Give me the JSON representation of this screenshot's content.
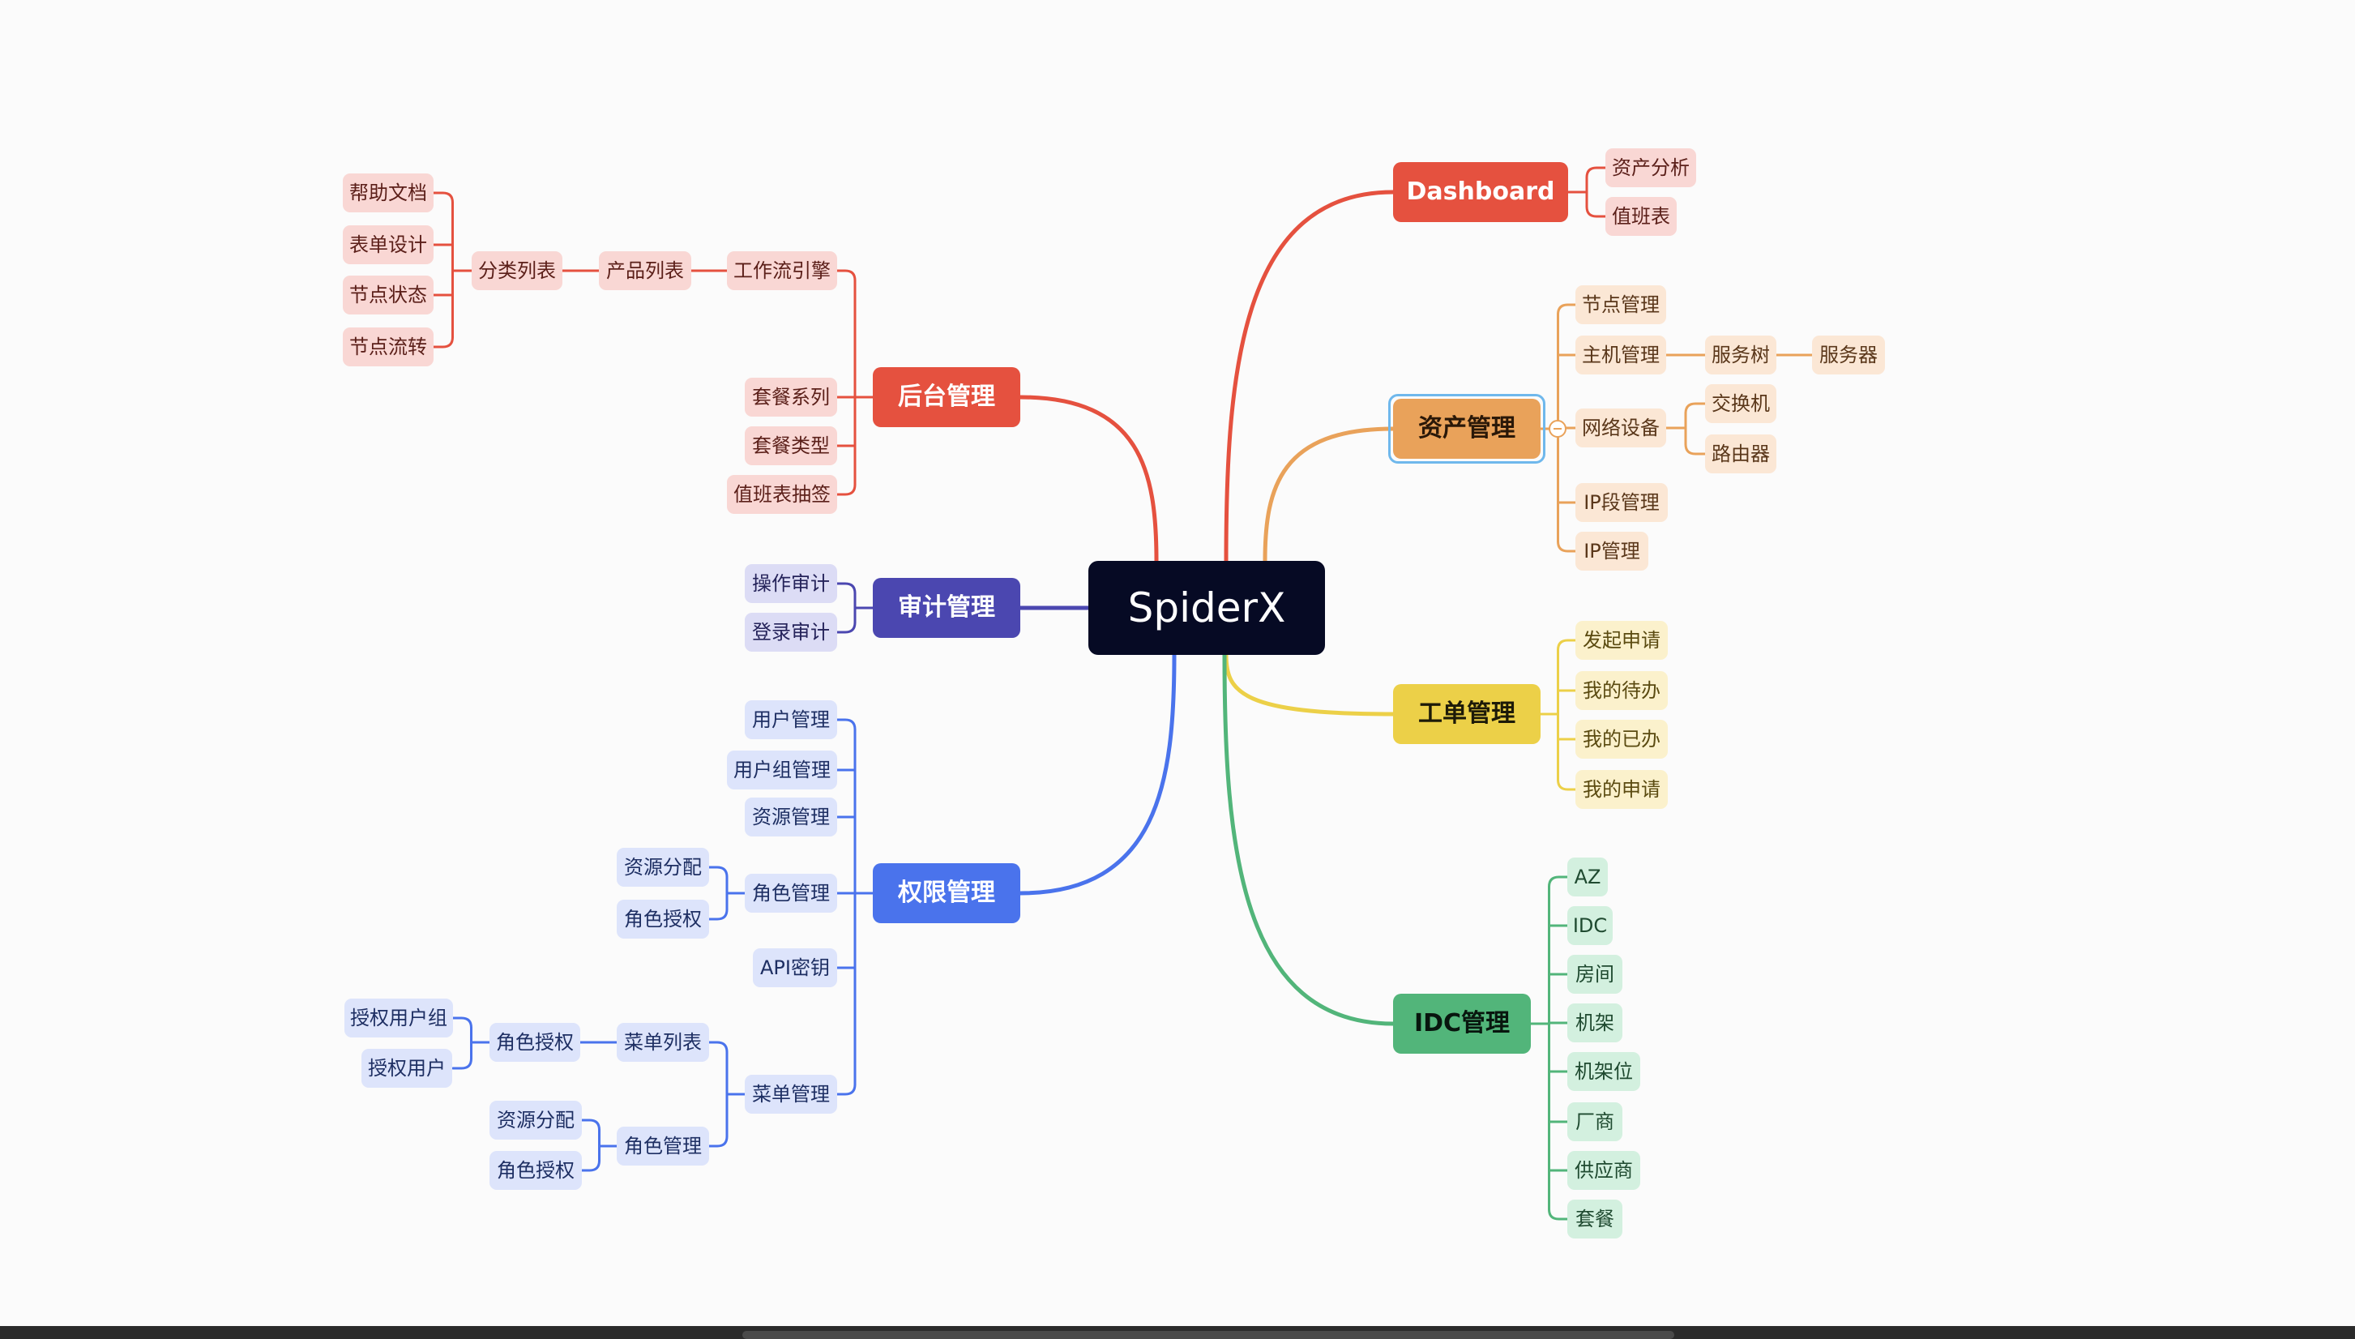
{
  "colors": {
    "root_bg": "#060a24",
    "red": "#e5513f",
    "red_light": "#f9d7d4",
    "red_text": "#5b1f19",
    "orange": "#e9a25a",
    "orange_light": "#fbe7d5",
    "orange_text": "#5a371a",
    "yellow": "#ecd048",
    "yellow_light": "#fbf1cc",
    "yellow_text": "#5a4a10",
    "green": "#52b57a",
    "green_light": "#d3f0df",
    "green_text": "#1f4a30",
    "purple": "#4b47b0",
    "purple_light": "#dcdcf5",
    "purple_text": "#25235a",
    "blue": "#4a73ec",
    "blue_light": "#dde4fb",
    "blue_text": "#1e2f63",
    "selection": "#6fb8ec"
  },
  "mindmap": {
    "root": "SpiderX",
    "nodes": [
      {
        "id": "dashboard",
        "label": "Dashboard",
        "parent": "root",
        "level": 1,
        "color": "red"
      },
      {
        "id": "d_analysis",
        "label": "资产分析",
        "parent": "dashboard",
        "level": 2,
        "color": "red"
      },
      {
        "id": "d_duty",
        "label": "值班表",
        "parent": "dashboard",
        "level": 2,
        "color": "red"
      },
      {
        "id": "asset",
        "label": "资产管理",
        "parent": "root",
        "level": 1,
        "color": "orange",
        "selected": true,
        "collapsed_toggle": true
      },
      {
        "id": "a_node",
        "label": "节点管理",
        "parent": "asset",
        "level": 2,
        "color": "orange"
      },
      {
        "id": "a_host",
        "label": "主机管理",
        "parent": "asset",
        "level": 2,
        "color": "orange"
      },
      {
        "id": "a_tree",
        "label": "服务树",
        "parent": "a_host",
        "level": 3,
        "color": "orange"
      },
      {
        "id": "a_server",
        "label": "服务器",
        "parent": "a_tree",
        "level": 4,
        "color": "orange"
      },
      {
        "id": "a_net",
        "label": "网络设备",
        "parent": "asset",
        "level": 2,
        "color": "orange"
      },
      {
        "id": "a_switch",
        "label": "交换机",
        "parent": "a_net",
        "level": 3,
        "color": "orange"
      },
      {
        "id": "a_router",
        "label": "路由器",
        "parent": "a_net",
        "level": 3,
        "color": "orange"
      },
      {
        "id": "a_ipseg",
        "label": "IP段管理",
        "parent": "asset",
        "level": 2,
        "color": "orange"
      },
      {
        "id": "a_ip",
        "label": "IP管理",
        "parent": "asset",
        "level": 2,
        "color": "orange"
      },
      {
        "id": "ticket",
        "label": "工单管理",
        "parent": "root",
        "level": 1,
        "color": "yellow"
      },
      {
        "id": "t_apply",
        "label": "发起申请",
        "parent": "ticket",
        "level": 2,
        "color": "yellow"
      },
      {
        "id": "t_todo",
        "label": "我的待办",
        "parent": "ticket",
        "level": 2,
        "color": "yellow"
      },
      {
        "id": "t_done",
        "label": "我的已办",
        "parent": "ticket",
        "level": 2,
        "color": "yellow"
      },
      {
        "id": "t_mine",
        "label": "我的申请",
        "parent": "ticket",
        "level": 2,
        "color": "yellow"
      },
      {
        "id": "idc",
        "label": "IDC管理",
        "parent": "root",
        "level": 1,
        "color": "green"
      },
      {
        "id": "i_az",
        "label": "AZ",
        "parent": "idc",
        "level": 2,
        "color": "green"
      },
      {
        "id": "i_idc",
        "label": "IDC",
        "parent": "idc",
        "level": 2,
        "color": "green"
      },
      {
        "id": "i_room",
        "label": "房间",
        "parent": "idc",
        "level": 2,
        "color": "green"
      },
      {
        "id": "i_rack",
        "label": "机架",
        "parent": "idc",
        "level": 2,
        "color": "green"
      },
      {
        "id": "i_rackpos",
        "label": "机架位",
        "parent": "idc",
        "level": 2,
        "color": "green"
      },
      {
        "id": "i_vendor",
        "label": "厂商",
        "parent": "idc",
        "level": 2,
        "color": "green"
      },
      {
        "id": "i_supplier",
        "label": "供应商",
        "parent": "idc",
        "level": 2,
        "color": "green"
      },
      {
        "id": "i_package",
        "label": "套餐",
        "parent": "idc",
        "level": 2,
        "color": "green"
      },
      {
        "id": "backend",
        "label": "后台管理",
        "parent": "root",
        "level": 1,
        "color": "red"
      },
      {
        "id": "b_engine",
        "label": "工作流引擎",
        "parent": "backend",
        "level": 2,
        "color": "red"
      },
      {
        "id": "b_product",
        "label": "产品列表",
        "parent": "b_engine",
        "level": 3,
        "color": "red"
      },
      {
        "id": "b_category",
        "label": "分类列表",
        "parent": "b_product",
        "level": 4,
        "color": "red"
      },
      {
        "id": "b_help",
        "label": "帮助文档",
        "parent": "b_category",
        "level": 5,
        "color": "red"
      },
      {
        "id": "b_form",
        "label": "表单设计",
        "parent": "b_category",
        "level": 5,
        "color": "red"
      },
      {
        "id": "b_state",
        "label": "节点状态",
        "parent": "b_category",
        "level": 5,
        "color": "red"
      },
      {
        "id": "b_flow",
        "label": "节点流转",
        "parent": "b_category",
        "level": 5,
        "color": "red"
      },
      {
        "id": "b_series",
        "label": "套餐系列",
        "parent": "backend",
        "level": 2,
        "color": "red"
      },
      {
        "id": "b_type",
        "label": "套餐类型",
        "parent": "backend",
        "level": 2,
        "color": "red"
      },
      {
        "id": "b_lottery",
        "label": "值班表抽签",
        "parent": "backend",
        "level": 2,
        "color": "red"
      },
      {
        "id": "audit",
        "label": "审计管理",
        "parent": "root",
        "level": 1,
        "color": "purple"
      },
      {
        "id": "au_op",
        "label": "操作审计",
        "parent": "audit",
        "level": 2,
        "color": "purple"
      },
      {
        "id": "au_login",
        "label": "登录审计",
        "parent": "audit",
        "level": 2,
        "color": "purple"
      },
      {
        "id": "perm",
        "label": "权限管理",
        "parent": "root",
        "level": 1,
        "color": "blue"
      },
      {
        "id": "p_user",
        "label": "用户管理",
        "parent": "perm",
        "level": 2,
        "color": "blue"
      },
      {
        "id": "p_group",
        "label": "用户组管理",
        "parent": "perm",
        "level": 2,
        "color": "blue"
      },
      {
        "id": "p_res",
        "label": "资源管理",
        "parent": "perm",
        "level": 2,
        "color": "blue"
      },
      {
        "id": "p_role",
        "label": "角色管理",
        "parent": "perm",
        "level": 2,
        "color": "blue"
      },
      {
        "id": "p_role_alloc",
        "label": "资源分配",
        "parent": "p_role",
        "level": 3,
        "color": "blue"
      },
      {
        "id": "p_role_auth",
        "label": "角色授权",
        "parent": "p_role",
        "level": 3,
        "color": "blue"
      },
      {
        "id": "p_api",
        "label": "API密钥",
        "parent": "perm",
        "level": 2,
        "color": "blue"
      },
      {
        "id": "p_menu",
        "label": "菜单管理",
        "parent": "perm",
        "level": 2,
        "color": "blue"
      },
      {
        "id": "p_menulist",
        "label": "菜单列表",
        "parent": "p_menu",
        "level": 3,
        "color": "blue"
      },
      {
        "id": "p_ml_auth",
        "label": "角色授权",
        "parent": "p_menulist",
        "level": 4,
        "color": "blue"
      },
      {
        "id": "p_ml_group",
        "label": "授权用户组",
        "parent": "p_ml_auth",
        "level": 5,
        "color": "blue"
      },
      {
        "id": "p_ml_user",
        "label": "授权用户",
        "parent": "p_ml_auth",
        "level": 5,
        "color": "blue"
      },
      {
        "id": "p_menurole",
        "label": "角色管理",
        "parent": "p_menu",
        "level": 3,
        "color": "blue"
      },
      {
        "id": "p_mr_alloc",
        "label": "资源分配",
        "parent": "p_menurole",
        "level": 4,
        "color": "blue"
      },
      {
        "id": "p_mr_auth",
        "label": "角色授权",
        "parent": "p_menurole",
        "level": 4,
        "color": "blue"
      }
    ]
  }
}
